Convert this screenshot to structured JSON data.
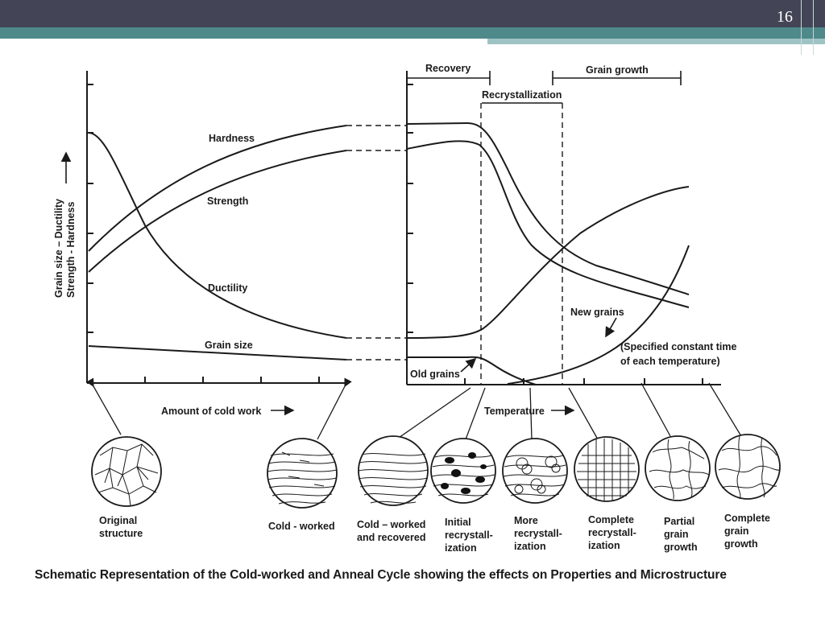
{
  "slide": {
    "page_number": "16"
  },
  "diagram": {
    "y_axis_label_line1": "Grain size – Ductility",
    "y_axis_label_line2": "Strength - Hardness",
    "x_axis_label_left": "Amount of cold work",
    "x_axis_label_right": "Temperature",
    "curves": {
      "hardness": "Hardness",
      "strength": "Strength",
      "ductility": "Ductility",
      "grain_size": "Grain size",
      "old_grains": "Old grains",
      "new_grains": "New grains"
    },
    "regions": {
      "recovery": "Recovery",
      "recrystallization": "Recrystallization",
      "grain_growth": "Grain growth"
    },
    "note_line1": "(Specified constant time",
    "note_line2": "of each temperature)",
    "stages": [
      {
        "lines": [
          "Original",
          "structure"
        ]
      },
      {
        "lines": [
          "Cold - worked"
        ]
      },
      {
        "lines": [
          "Cold – worked",
          "and recovered"
        ]
      },
      {
        "lines": [
          "Initial",
          "recrystall-",
          "ization"
        ]
      },
      {
        "lines": [
          "More",
          "recrystall-",
          "ization"
        ]
      },
      {
        "lines": [
          "Complete",
          "recrystall-",
          "ization"
        ]
      },
      {
        "lines": [
          "Partial",
          "grain",
          "growth"
        ]
      },
      {
        "lines": [
          "Complete",
          "grain",
          "growth"
        ]
      }
    ],
    "caption": "Schematic Representation of the Cold-worked and Anneal Cycle showing the effects on Properties and Microstructure"
  }
}
